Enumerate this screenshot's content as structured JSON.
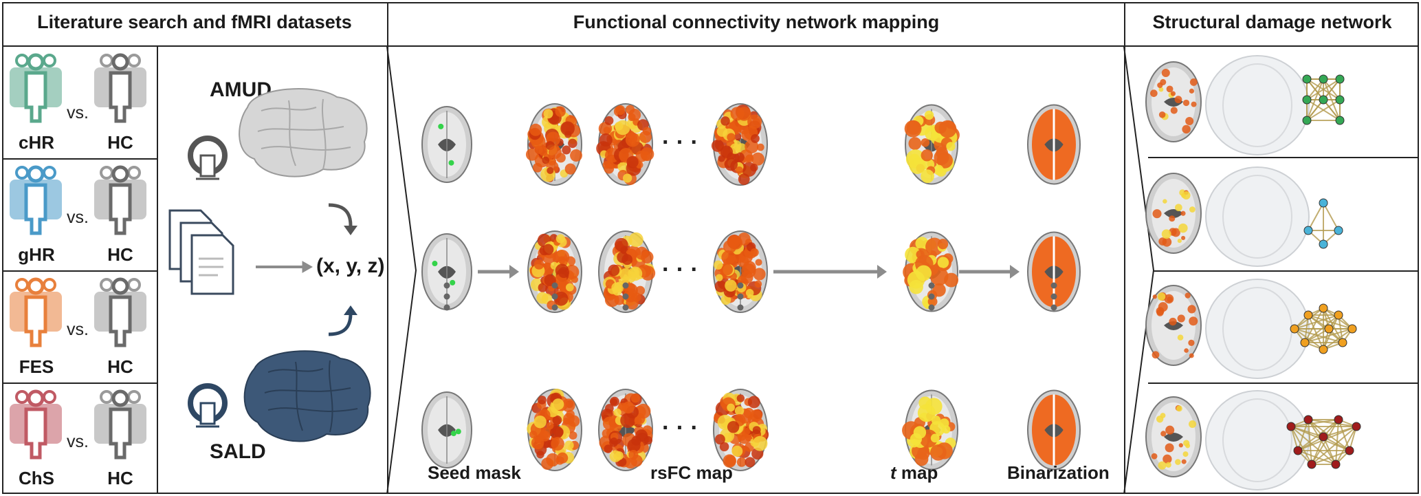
{
  "sections": {
    "literature": "Literature search and fMRI datasets",
    "mapping": "Functional connectivity network mapping",
    "structural": "Structural damage network"
  },
  "groups": [
    {
      "label": "cHR",
      "color": "#5aa88c"
    },
    {
      "label": "gHR",
      "color": "#4a9ac8"
    },
    {
      "label": "FES",
      "color": "#e8803c"
    },
    {
      "label": "ChS",
      "color": "#c05a64"
    }
  ],
  "control_label": "HC",
  "vs_label": "vs.",
  "datasets": {
    "top": "AMUD",
    "bottom": "SALD"
  },
  "coordinate": "(x, y, z)",
  "steps": {
    "seed": "Seed mask",
    "rsfc": "rsFC map",
    "t_italic": "t",
    "t_rest": " map",
    "bin": "Binarization"
  },
  "dots": "· · ·",
  "network_colors": [
    "#35a855",
    "#4ab3d8",
    "#f0a020",
    "#a01c1c"
  ]
}
